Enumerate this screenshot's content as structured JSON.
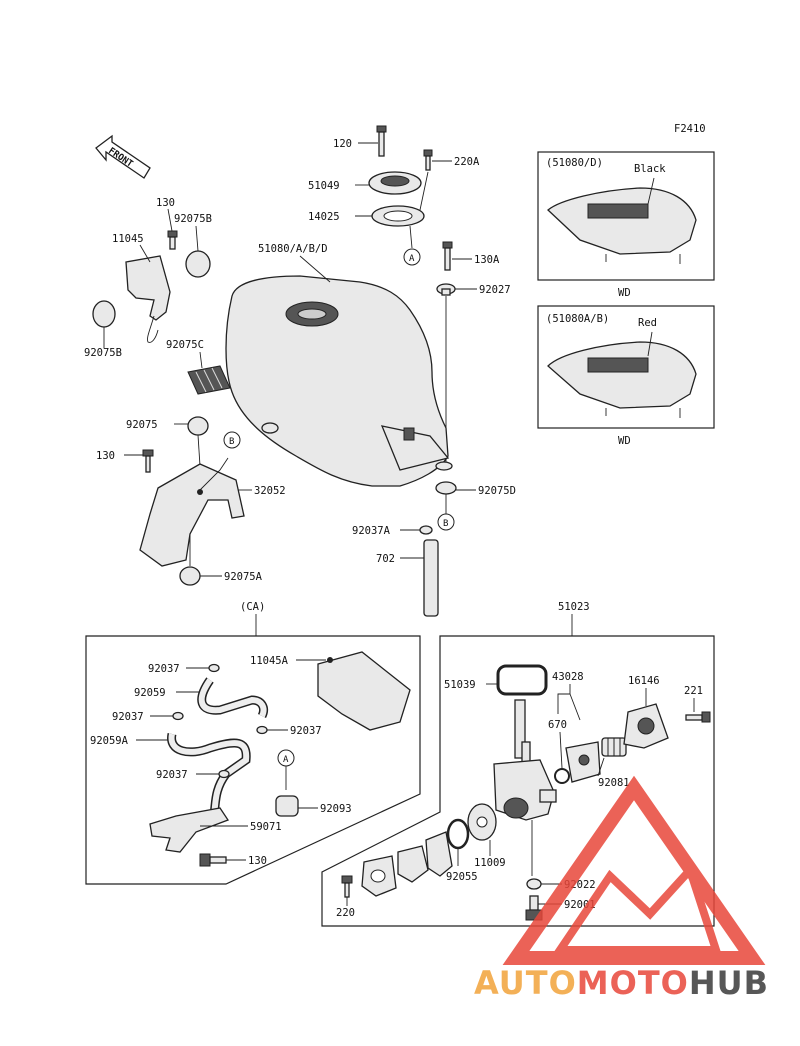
{
  "figure_code": "F2410",
  "front_arrow_label": "FRONT",
  "watermark": {
    "prefix": "AUTO",
    "middle": "MOTO",
    "suffix": "HUB",
    "accent_color": "#e8473a",
    "sun_color": "#f2a33a",
    "dark_color": "#3a3a3a"
  },
  "variant_boxes": [
    {
      "code": "(51080/D)",
      "color_label": "Black",
      "caption": "WD"
    },
    {
      "code": "(51080A/B)",
      "color_label": "Red",
      "caption": "WD"
    }
  ],
  "section_labels": {
    "ca": "(CA)",
    "cock_assy": "51023"
  },
  "callouts": {
    "a": "A",
    "b": "B"
  },
  "parts": {
    "p120": "120",
    "p220A": "220A",
    "p51049": "51049",
    "p14025": "14025",
    "p130A": "130A",
    "p92027": "92027",
    "p51080": "51080/A/B/D",
    "p130_top": "130",
    "p92075B_top": "92075B",
    "p11045": "11045",
    "p92075B_bot": "92075B",
    "p92075C": "92075C",
    "p92075": "92075",
    "p130_mid": "130",
    "p32052": "32052",
    "p92075A": "92075A",
    "p92075D": "92075D",
    "p92037A": "92037A",
    "p702": "702",
    "p92037_1": "92037",
    "p92059": "92059",
    "p92037_2": "92037",
    "p92059A": "92059A",
    "p92037_3": "92037",
    "p92037_4": "92037",
    "p11045A": "11045A",
    "p92093": "92093",
    "p59071": "59071",
    "p130_ca": "130",
    "p51039": "51039",
    "p43028": "43028",
    "p670": "670",
    "p16146": "16146",
    "p221": "221",
    "p92081": "92081",
    "p11009": "11009",
    "p92055": "92055",
    "p92022": "92022",
    "p92001": "92001",
    "p220": "220"
  }
}
